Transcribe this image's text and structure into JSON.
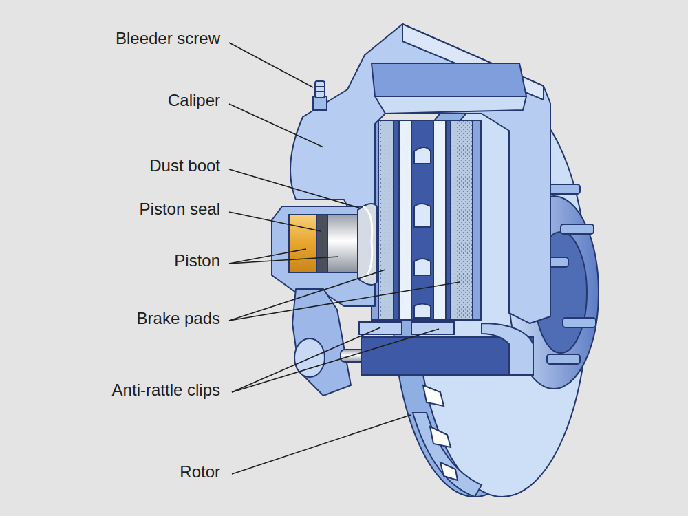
{
  "diagram": {
    "labels": [
      "Bleeder screw",
      "Caliper",
      "Dust boot",
      "Piston seal",
      "Piston",
      "Brake pads",
      "Anti-rattle clips",
      "Rotor"
    ]
  }
}
